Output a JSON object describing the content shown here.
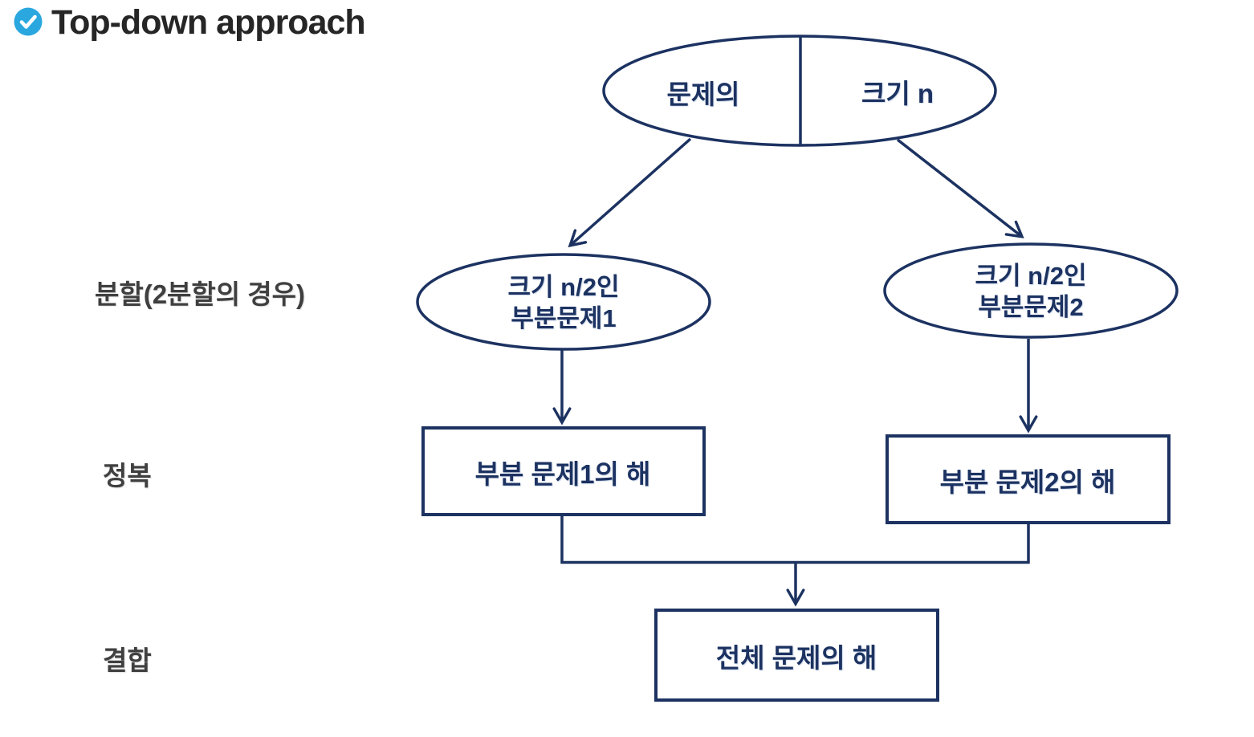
{
  "title": "Top-down approach",
  "colors": {
    "shape_stroke": "#1c3261",
    "shape_text": "#1c3261",
    "label_text": "#3f3f3f",
    "title_text": "#262626",
    "check_icon_bg": "#2aa7df",
    "check_icon_mark": "#ffffff",
    "background": "#ffffff"
  },
  "diagram": {
    "root": {
      "left_text": "문제의",
      "right_text": "크기 n"
    },
    "subproblem1": {
      "line1": "크기 n/2인",
      "line2": "부분문제1"
    },
    "subproblem2": {
      "line1": "크기 n/2인",
      "line2": "부분문제2"
    },
    "solution1": "부분 문제1의 해",
    "solution2": "부분 문제2의 해",
    "final_solution": "전체 문제의 해"
  },
  "labels": {
    "divide": "분할(2분할의 경우)",
    "conquer": "정복",
    "combine": "결합"
  }
}
